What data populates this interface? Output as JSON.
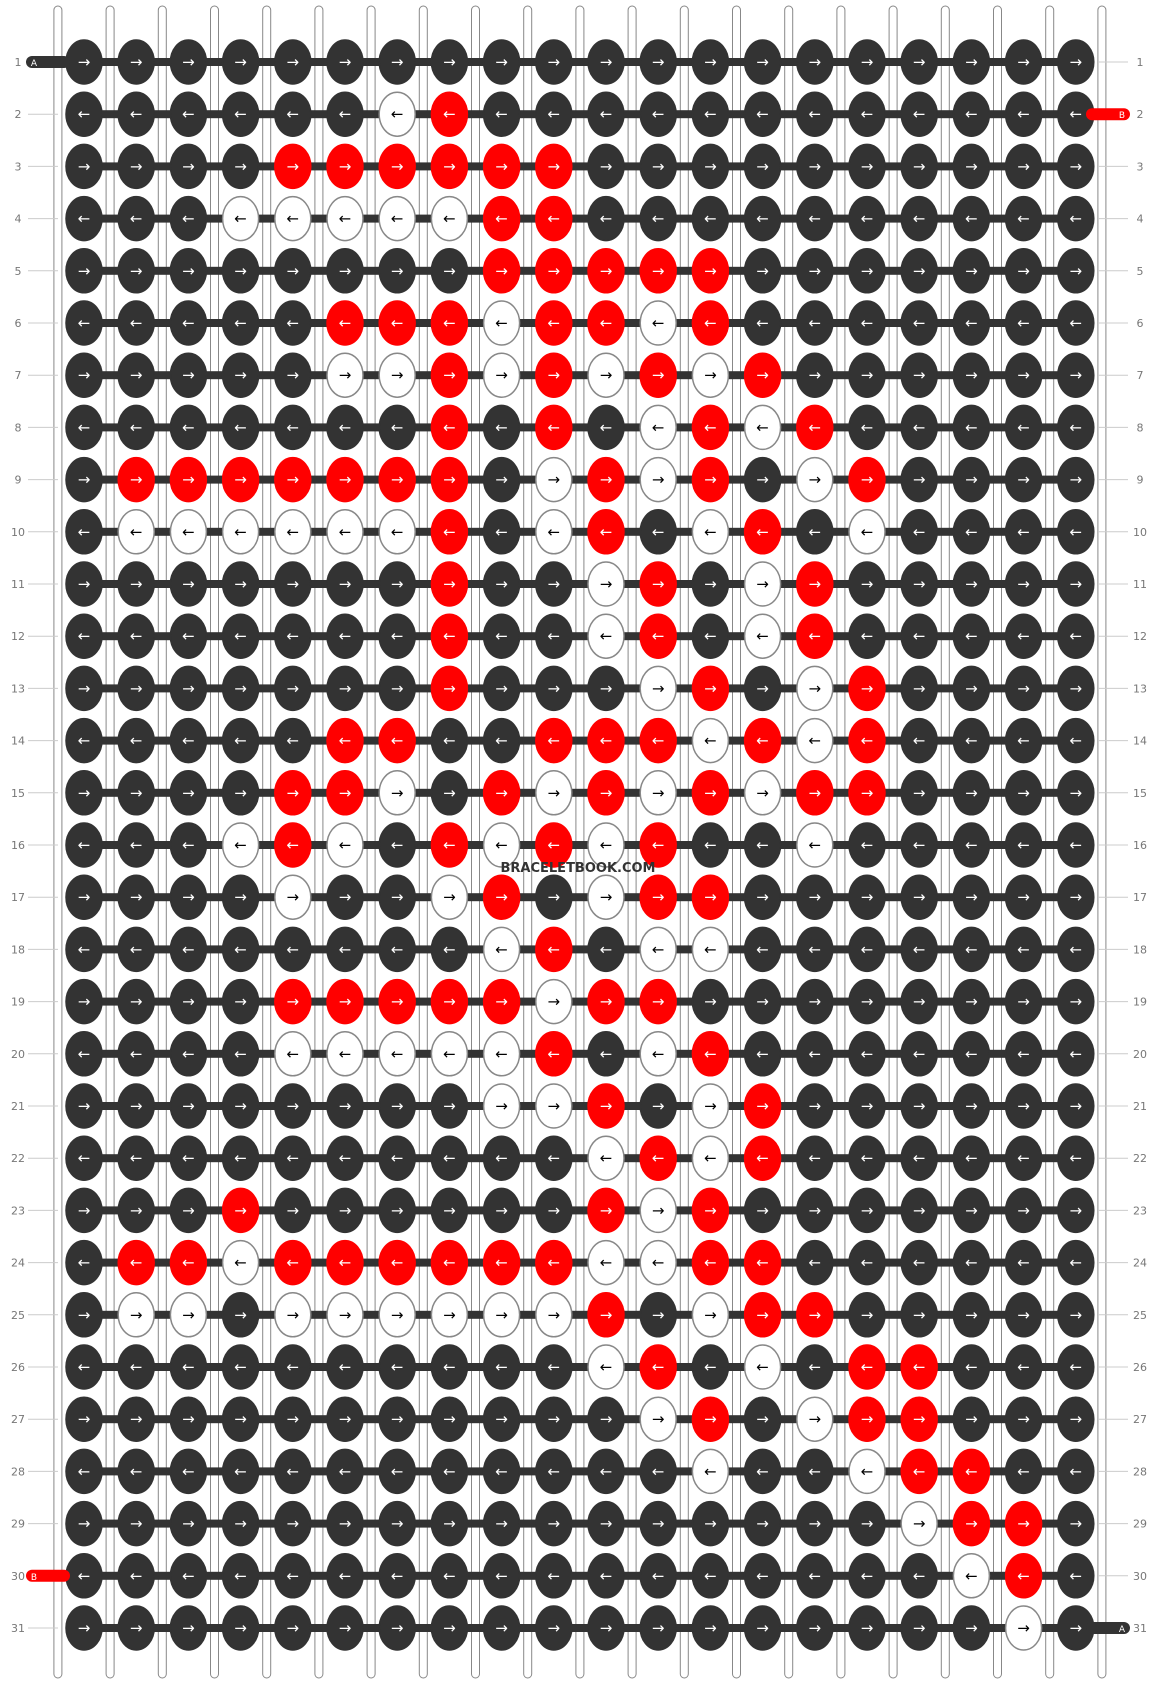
{
  "watermark": "BRACELETBOOK.COM",
  "colors": {
    "A": "#333333",
    "B": "#ff0000",
    "C": "#ffffff"
  },
  "string_labels": {
    "A": "A",
    "B": "B"
  },
  "pattern": {
    "rows": 31,
    "knots_odd_row": 20,
    "knots_even_row": 20,
    "row_labels": [
      "1",
      "2",
      "3",
      "4",
      "5",
      "6",
      "7",
      "8",
      "9",
      "10",
      "11",
      "12",
      "13",
      "14",
      "15",
      "16",
      "17",
      "18",
      "19",
      "20",
      "21",
      "22",
      "23",
      "24",
      "25",
      "26",
      "27",
      "28",
      "29",
      "30",
      "31"
    ],
    "rows_data": [
      "AAAAAAAAAAAAAAAAAAAA",
      "AAAAAACBAAAAAAAAAAAA",
      "AAAABBBBBBAAAAAAAAAA",
      "AAACCCCCBBAAAAAAAAAA",
      "AAAAAAAABBBBBAAAAAAA",
      "AAAAABBBCBBCBAAAAAAA",
      "AAAAACCBCBCBCBAAAAAA",
      "AAAAAAABABACBCBAAAAA",
      "ABBBBBBBACBCBACBAAAA",
      "ACCCCCCBACBACBACAAAA",
      "AAAAAAABAACBACBAAAAA",
      "AAAAAAABAACBACBAAAAA",
      "AAAAAAABAAACBACBAAAA",
      "AAAAABBAABBBCBCBAAAA",
      "AAAABBCABCBCBCBBAAAA",
      "AAACBCABCBCBAACAAAAA",
      "AAAACAACBACBBAAAAAAA",
      "AAAAAAAACBACCAAAAAAA",
      "AAAABBBBBCBBAAAAAAAA",
      "AAAACCCCCBACBAAAAAAA",
      "AAAAAAAACCBACBAAAAAA",
      "AAAAAAAAAACBCBAAAAAA",
      "AAABAAAAAABCBAAAAAAA",
      "ABBCBBBBBBCCBBAAAAAA",
      "ACCACCCCCCBACBBAAAAA",
      "AAAAAAAAAACBACABBAAA",
      "AAAAAAAAAAACBACBBAAA",
      "AAAAAAAAAAAACAACBBAA",
      "AAAAAAAAAAAAAAAACBBA",
      "AAAAAAAAAAAAAAAAACBA",
      "AAAAAAAAAAAAAAAAAACA"
    ]
  }
}
